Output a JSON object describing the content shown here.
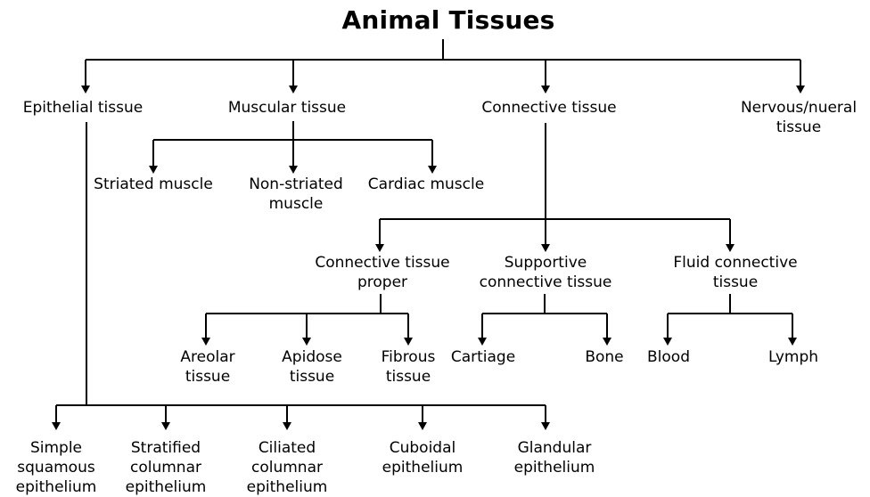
{
  "title": "Animal Tissues",
  "nodes": {
    "epithelial": [
      "Epithelial tissue"
    ],
    "muscular": [
      "Muscular tissue"
    ],
    "connective": [
      "Connective tissue"
    ],
    "nervous": [
      "Nervous/nueral",
      "tissue"
    ],
    "striated": [
      "Striated muscle"
    ],
    "non_striated": [
      "Non-striated",
      "muscle"
    ],
    "cardiac": [
      "Cardiac muscle"
    ],
    "ct_proper": [
      "Connective tissue",
      "proper"
    ],
    "supportive": [
      "Supportive",
      "connective tissue"
    ],
    "fluid": [
      "Fluid connective",
      "tissue"
    ],
    "areolar": [
      "Areolar",
      "tissue"
    ],
    "apidose": [
      "Apidose",
      "tissue"
    ],
    "fibrous": [
      "Fibrous",
      "tissue"
    ],
    "cartiage": [
      "Cartiage"
    ],
    "bone": [
      "Bone"
    ],
    "blood": [
      "Blood"
    ],
    "lymph": [
      "Lymph"
    ],
    "simple_squamous": [
      "Simple",
      "squamous",
      "epithelium"
    ],
    "stratified_columnar": [
      "Stratified",
      "columnar",
      "epithelium"
    ],
    "ciliated_columnar": [
      "Ciliated",
      "columnar",
      "epithelium"
    ],
    "cuboidal": [
      "Cuboidal",
      "epithelium"
    ],
    "glandular": [
      "Glandular",
      "epithelium"
    ]
  }
}
